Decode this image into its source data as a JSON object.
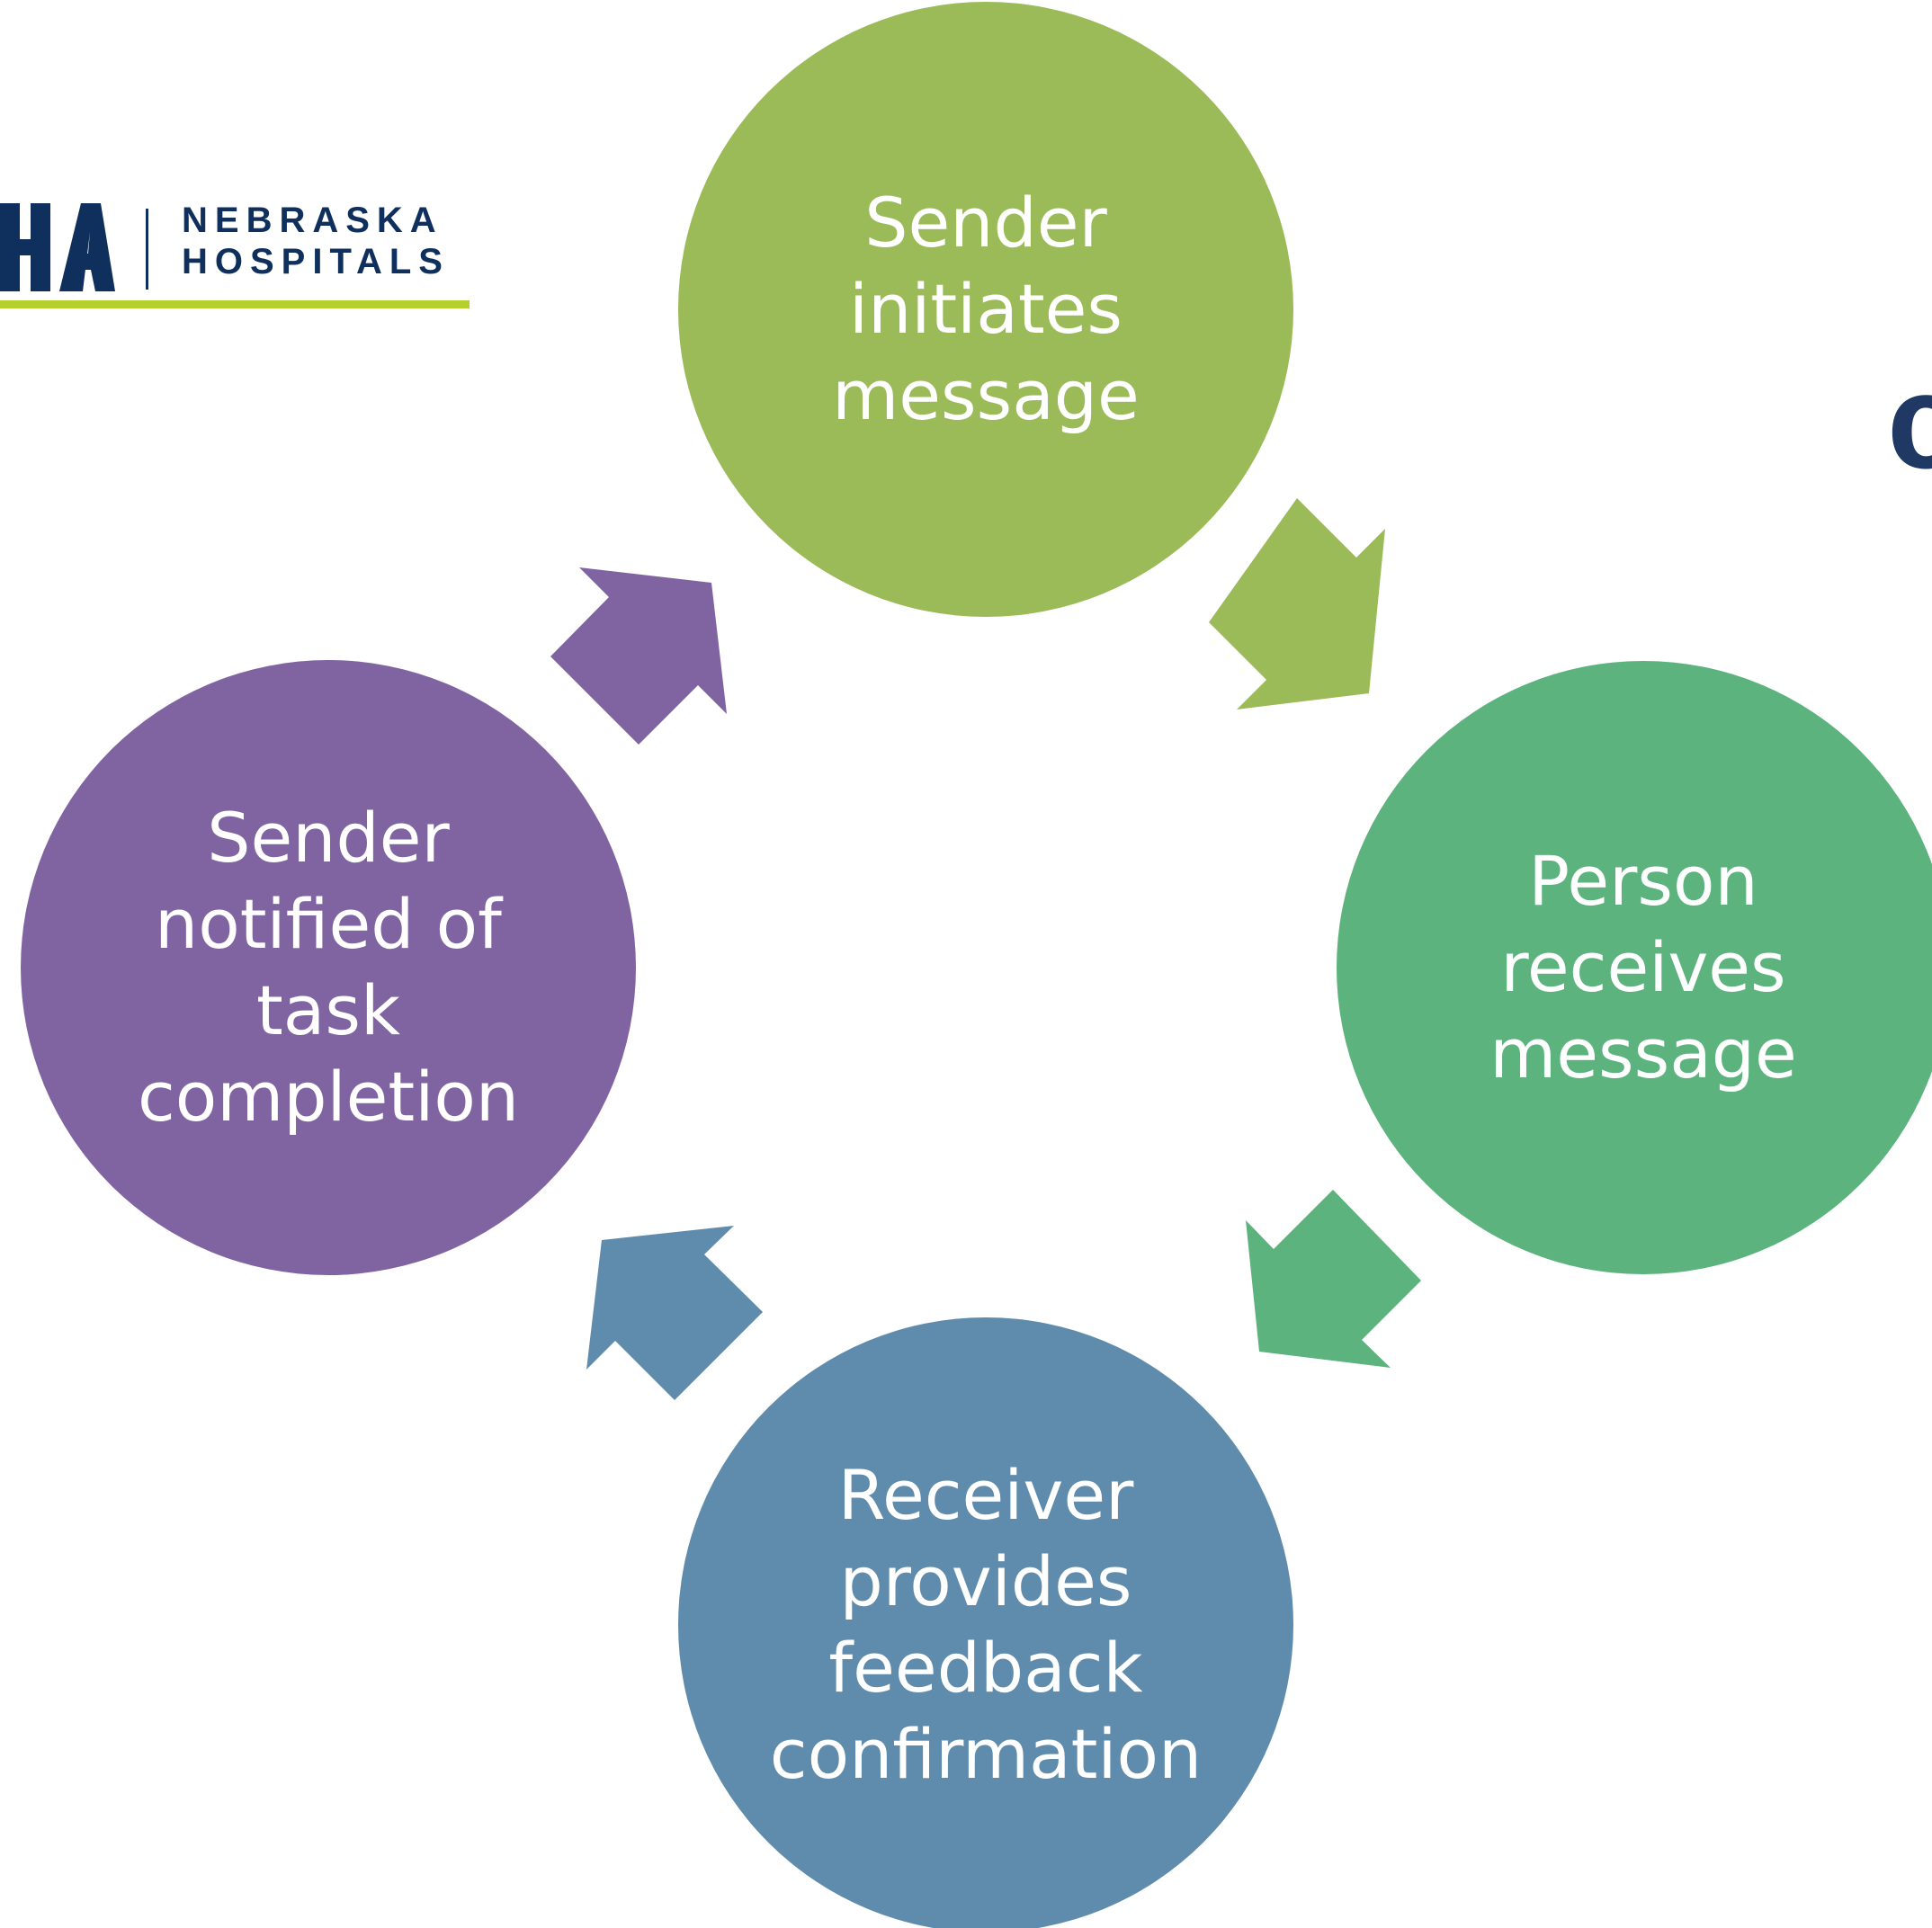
{
  "logo": {
    "mark": "NHA",
    "line1": "NEBRASKA",
    "line2": "HOSPITALS",
    "colors": {
      "navy": "#0f2f5c",
      "lime": "#b5cf2c"
    }
  },
  "title_fragment": "c",
  "cycle": {
    "nodes": [
      {
        "id": "initiate",
        "label": "Sender\ninitiates\nmessage",
        "color": "#9bbb59"
      },
      {
        "id": "receive",
        "label": "Person\nreceives\nmessage",
        "color": "#5db37e"
      },
      {
        "id": "feedback",
        "label": "Receiver\nprovides\nfeedback\nconfirmation",
        "color": "#5f8cac"
      },
      {
        "id": "notify",
        "label": "Sender\nnotified of\ntask\ncompletion",
        "color": "#8064a2"
      }
    ],
    "arrows": [
      {
        "from": "initiate",
        "to": "receive",
        "color": "#9bbb59"
      },
      {
        "from": "receive",
        "to": "feedback",
        "color": "#5db37e"
      },
      {
        "from": "feedback",
        "to": "notify",
        "color": "#5f8cac"
      },
      {
        "from": "notify",
        "to": "initiate",
        "color": "#8064a2"
      }
    ]
  }
}
